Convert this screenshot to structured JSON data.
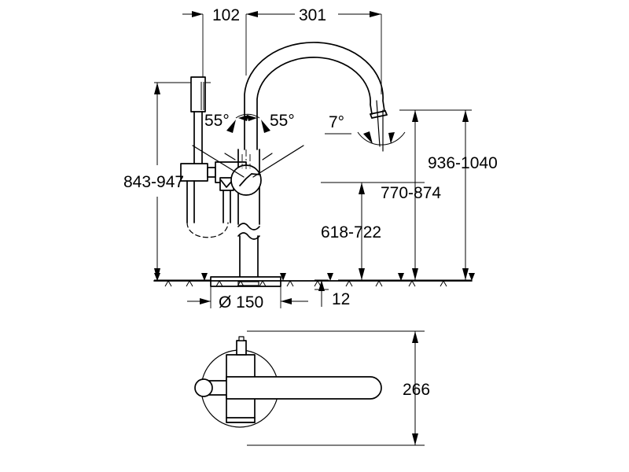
{
  "drawing": {
    "title": "Floor-standing bath mixer dimensional drawing",
    "units": "mm",
    "line_color": "#000000",
    "background_color": "#ffffff",
    "views": [
      {
        "name": "front-elevation",
        "label": ""
      },
      {
        "name": "top-plan",
        "label": ""
      }
    ],
    "dimensions": {
      "top_left": "102",
      "top_right": "301",
      "left_vertical": "843-947",
      "right_outer": "936-1040",
      "right_inner": "770-874",
      "center_vertical": "618-722",
      "base_diameter": "Ø 150",
      "base_thickness": "12",
      "plan_width": "266"
    },
    "angles": {
      "left": "55°",
      "right": "55°",
      "outlet": "7°"
    }
  }
}
